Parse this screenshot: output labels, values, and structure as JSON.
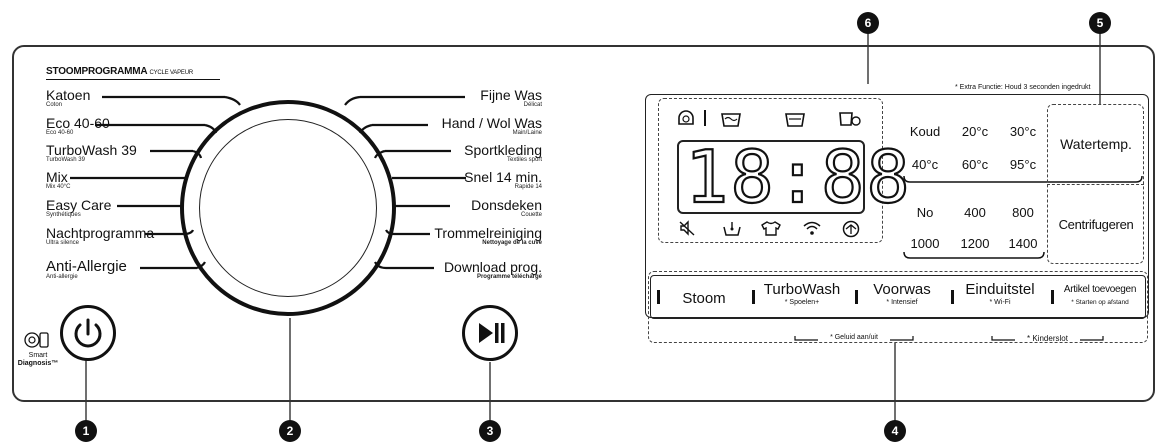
{
  "header": {
    "program_title": "STOOMPROGRAMMA",
    "program_title_sub": "CYCLE VAPEUR",
    "extra_note": "* Extra Functie: Houd 3 seconden ingedrukt"
  },
  "programs_left": [
    {
      "label": "Katoen",
      "sub": "Coton"
    },
    {
      "label": "Eco 40-60",
      "sub": "Eco 40-60"
    },
    {
      "label": "TurboWash 39",
      "sub": "TurboWash 39"
    },
    {
      "label": "Mix",
      "sub": "Mix 40°C"
    },
    {
      "label": "Easy Care",
      "sub": "Synthétiques"
    },
    {
      "label": "Nachtprogramma",
      "sub": "Ultra silence"
    },
    {
      "label": "Anti-Allergie",
      "sub": "Anti-allergie"
    }
  ],
  "programs_right": [
    {
      "label": "Fijne Was",
      "sub": "Délicat"
    },
    {
      "label": "Hand / Wol Was",
      "sub": "Main/Laine"
    },
    {
      "label": "Sportkleding",
      "sub": "Textiles sport"
    },
    {
      "label": "Snel 14 min.",
      "sub": "Rapide 14"
    },
    {
      "label": "Donsdeken",
      "sub": "Couette"
    },
    {
      "label": "Trommelreiniging",
      "sub": "Nettoyage de la cuve"
    },
    {
      "label": "Download prog.",
      "sub": "Programme téléchargé"
    }
  ],
  "smart_diagnosis": {
    "line1": "Smart",
    "line2": "Diagnosis™"
  },
  "display": {
    "digits": "18:88"
  },
  "temperature": {
    "button": "Watertemp.",
    "values": [
      "Koud",
      "20°c",
      "30°c",
      "40°c",
      "60°c",
      "95°c"
    ]
  },
  "spin": {
    "button": "Centrifugeren",
    "values": [
      "No",
      "400",
      "800",
      "1000",
      "1200",
      "1400"
    ]
  },
  "buttons": [
    {
      "label": "Stoom",
      "sub": ""
    },
    {
      "label": "TurboWash",
      "sub": "* Spoelen+"
    },
    {
      "label": "Voorwas",
      "sub": "* Intensief"
    },
    {
      "label": "Einduitstel",
      "sub": "* Wi-Fi"
    },
    {
      "label": "Artikel toevoegen",
      "sub": "* Starten op afstand"
    }
  ],
  "combos": {
    "sound": "* Geluid aan/uit",
    "child_lock": "* Kinderslot"
  },
  "markers": [
    "1",
    "2",
    "3",
    "4",
    "5",
    "6"
  ],
  "icons": {
    "power": "power-icon",
    "play_pause": "play-pause-icon",
    "smart_diagnosis": "smart-diagnosis-icon"
  }
}
